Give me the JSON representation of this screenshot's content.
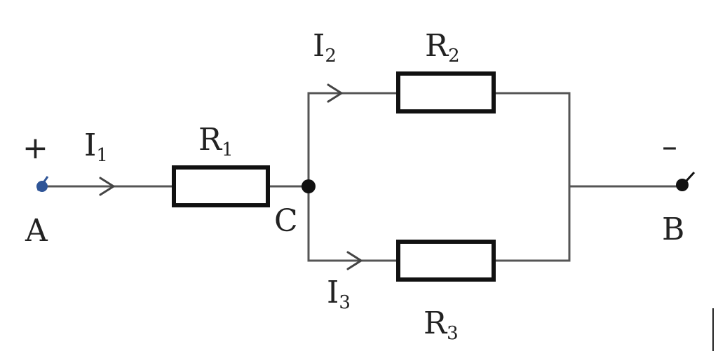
{
  "labels": {
    "plus": "+",
    "minus": "–",
    "A": "A",
    "B": "B",
    "C": "C",
    "I1": {
      "main": "I",
      "sub": "1"
    },
    "I2": {
      "main": "I",
      "sub": "2"
    },
    "I3": {
      "main": "I",
      "sub": "3"
    },
    "R1": {
      "main": "R",
      "sub": "1"
    },
    "R2": {
      "main": "R",
      "sub": "2"
    },
    "R3": {
      "main": "R",
      "sub": "3"
    }
  },
  "colors": {
    "plus_terminal": "#2f5597",
    "minus_terminal": "#111111",
    "wire": "#555555",
    "resistor_stroke": "#111111"
  }
}
